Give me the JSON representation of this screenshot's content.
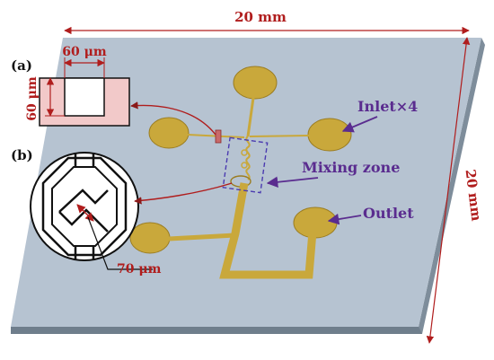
{
  "labels": {
    "width": "20 mm",
    "height": "20 mm",
    "panel_a": "(a)",
    "panel_b": "(b)",
    "inset_a_width": "60 μm",
    "inset_a_height": "60 μm",
    "inset_b_dim": "70 μm",
    "inlet": "Inlet×4",
    "mixing": "Mixing zone",
    "outlet": "Outlet"
  },
  "colors": {
    "plate_top": "#b6c3d1",
    "plate_side": "#7e8d9b",
    "gold": "#c9a83b",
    "gold_dark": "#9b7d22",
    "dim_red": "#b01d1d",
    "arrow_purple": "#5a2c8f",
    "inset_pink": "#f2c9c9"
  }
}
